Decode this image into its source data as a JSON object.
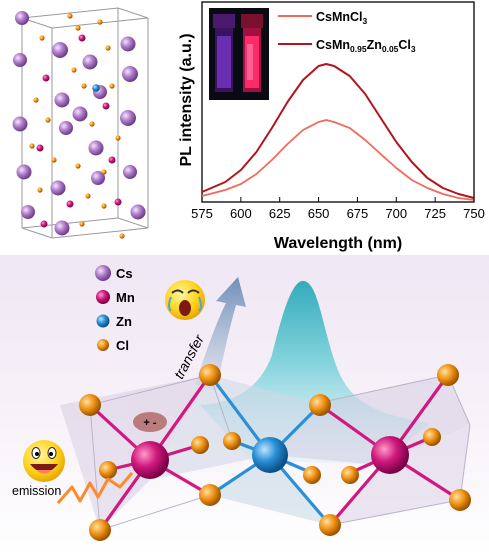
{
  "plot": {
    "ylabel": "PL intensity (a.u.)",
    "xlabel": "Wavelength (nm)",
    "xticks": [
      "575",
      "600",
      "625",
      "650",
      "675",
      "700",
      "725",
      "750"
    ]
  },
  "legend": {
    "item1": {
      "base": "CsMnCl",
      "sub": "3"
    },
    "item2": {
      "p1": "CsMn",
      "s1": "0.95",
      "p2": "Zn",
      "s2": "0.05",
      "p3": "Cl",
      "s3": "3"
    }
  },
  "atoms": {
    "cs": "Cs",
    "mn": "Mn",
    "zn": "Zn",
    "cl": "Cl"
  },
  "labels": {
    "transfer": "transfer",
    "emission": "emission",
    "charge": "+ -"
  },
  "colors": {
    "cs": "#b07ccc",
    "mn": "#d0187e",
    "zn": "#2a8fd6",
    "cl": "#ee8f10",
    "curve1": "#f06a5e",
    "curve2": "#b3141c"
  },
  "chart_data": {
    "type": "line",
    "xlabel": "Wavelength (nm)",
    "ylabel": "PL intensity (a.u.)",
    "xlim": [
      575,
      750
    ],
    "x": [
      575,
      590,
      600,
      610,
      620,
      630,
      640,
      650,
      655,
      660,
      670,
      680,
      690,
      700,
      710,
      720,
      730,
      740,
      750
    ],
    "series": [
      {
        "name": "CsMnCl3",
        "values": [
          0.03,
          0.06,
          0.09,
          0.14,
          0.21,
          0.29,
          0.36,
          0.4,
          0.41,
          0.4,
          0.37,
          0.31,
          0.24,
          0.17,
          0.11,
          0.07,
          0.04,
          0.02,
          0.01
        ]
      },
      {
        "name": "CsMn0.95Zn0.05Cl3",
        "values": [
          0.05,
          0.1,
          0.16,
          0.25,
          0.37,
          0.5,
          0.61,
          0.68,
          0.69,
          0.68,
          0.63,
          0.54,
          0.42,
          0.3,
          0.2,
          0.12,
          0.07,
          0.04,
          0.02
        ]
      }
    ]
  }
}
